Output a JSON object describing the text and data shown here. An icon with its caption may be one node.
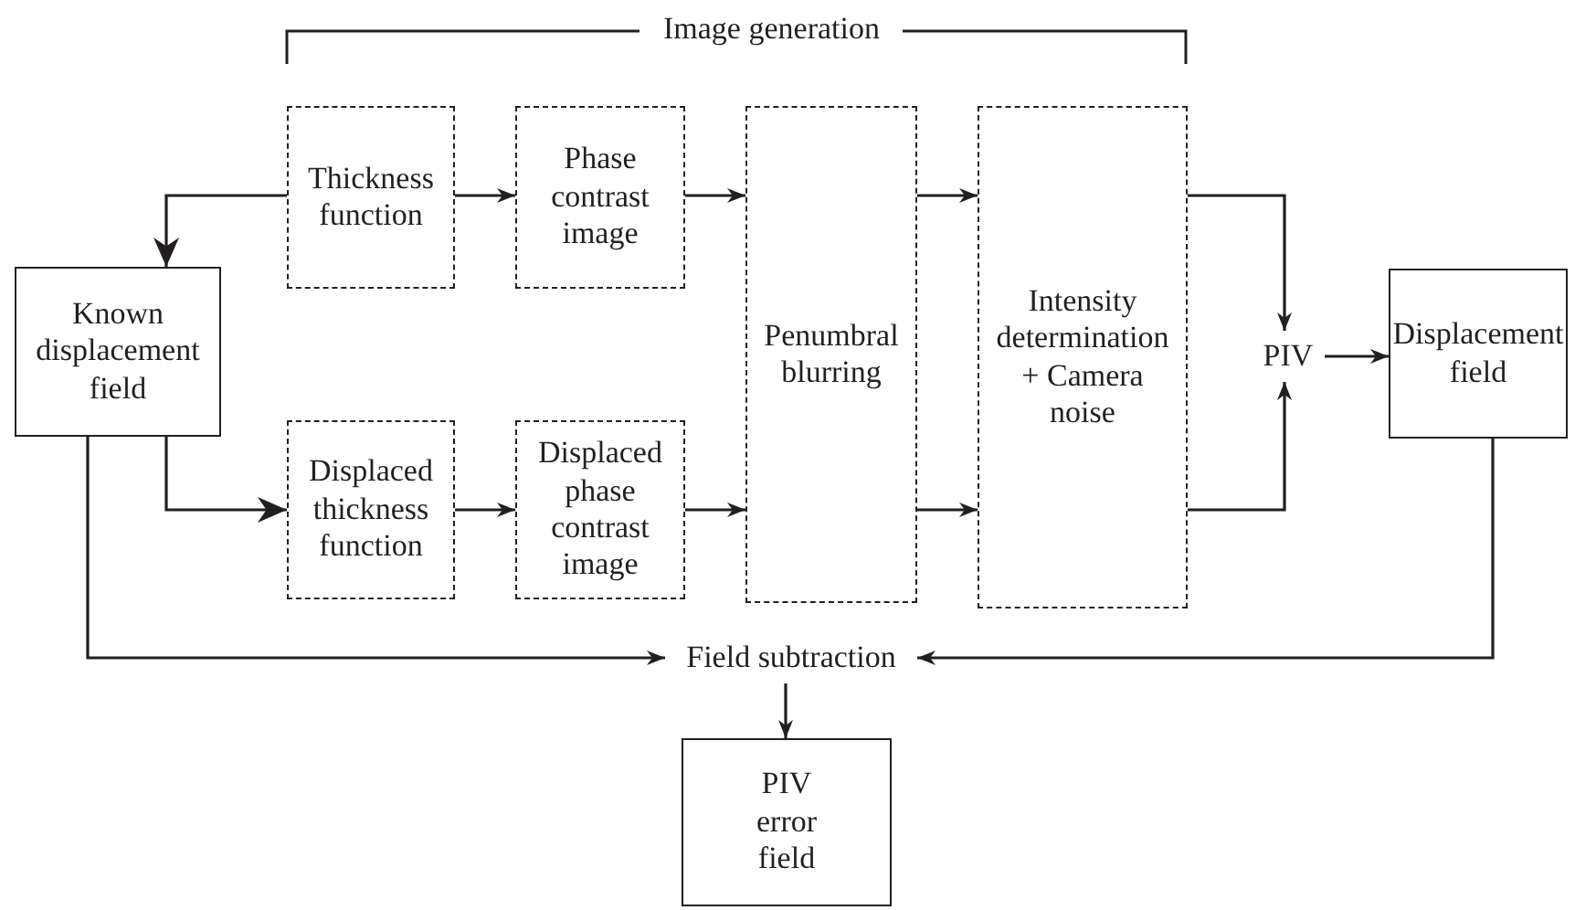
{
  "diagram": {
    "nodes": [
      {
        "text": [
          "Thickness function"
        ]
      },
      {
        "text": [
          "Phase contrast image"
        ]
      },
      {
        "text": [
          "Penumbral blurring"
        ]
      },
      {
        "text": [
          "Intensity determination + Camera noise"
        ]
      },
      {
        "text": [
          "Known displacement field"
        ]
      },
      {
        "text": [
          "Displaced thickness function"
        ]
      },
      {
        "text": [
          "Displaced phase contrast image"
        ]
      },
      {
        "text": [
          "PIV"
        ]
      },
      {
        "text": [
          "Displacement field"
        ]
      },
      {
        "text": [
          "Field subtraction"
        ]
      },
      {
        "text": [
          "PIV error field"
        ]
      }
    ],
    "edges": [
      {
        "from": 0,
        "to": 4,
        "arrow": "to"
      },
      {
        "from": 4,
        "to": 5,
        "arrow": "to"
      },
      {
        "from": 0,
        "to": 1,
        "arrow": "to"
      },
      {
        "from": 1,
        "to": 2,
        "arrow": "to"
      },
      {
        "from": 5,
        "to": 6,
        "arrow": "to"
      },
      {
        "from": 6,
        "to": 2,
        "arrow": "to"
      },
      {
        "from": 2,
        "to": 3,
        "arrow": "to"
      },
      {
        "from": 2,
        "to": 3,
        "arrow": "to"
      },
      {
        "from": 3,
        "to": 7,
        "arrow": "to"
      },
      {
        "from": 3,
        "to": 7,
        "arrow": "to"
      },
      {
        "from": 7,
        "to": 8,
        "arrow": "to"
      },
      {
        "from": 4,
        "to": 9,
        "arrow": "to"
      },
      {
        "from": 8,
        "to": 9,
        "arrow": "to"
      },
      {
        "from": 9,
        "to": 10,
        "arrow": "to"
      }
    ],
    "labels": [
      "Image generation"
    ]
  }
}
